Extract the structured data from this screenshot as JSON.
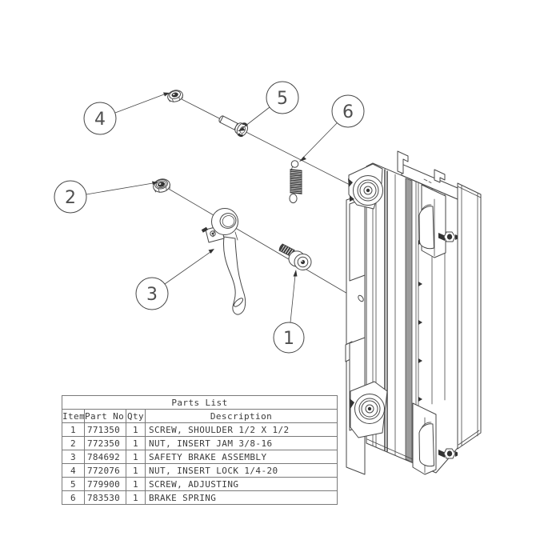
{
  "drawing": {
    "parts_list": {
      "title": "Parts List",
      "columns": [
        "Item",
        "Part No.",
        "Qty",
        "Description"
      ],
      "rows": [
        {
          "item": "1",
          "part_no": "771350",
          "qty": "1",
          "description": "SCREW, SHOULDER 1/2 X 1/2"
        },
        {
          "item": "2",
          "part_no": "772350",
          "qty": "1",
          "description": "NUT, INSERT JAM 3/8-16"
        },
        {
          "item": "3",
          "part_no": "784692",
          "qty": "1",
          "description": "SAFETY BRAKE ASSEMBLY"
        },
        {
          "item": "4",
          "part_no": "772076",
          "qty": "1",
          "description": "NUT, INSERT LOCK 1/4-20"
        },
        {
          "item": "5",
          "part_no": "779900",
          "qty": "1",
          "description": "SCREW, ADJUSTING"
        },
        {
          "item": "6",
          "part_no": "783530",
          "qty": "1",
          "description": "BRAKE SPRING"
        }
      ]
    },
    "callouts": [
      {
        "label": "1"
      },
      {
        "label": "2"
      },
      {
        "label": "3"
      },
      {
        "label": "4"
      },
      {
        "label": "5"
      },
      {
        "label": "6"
      }
    ],
    "colors": {
      "line": "#474747",
      "dark_fill": "#333333",
      "channel_gray": "#9c9c9c",
      "table_border": "#7a7a7a",
      "text": "#3b3b3b",
      "background": "#ffffff"
    }
  }
}
